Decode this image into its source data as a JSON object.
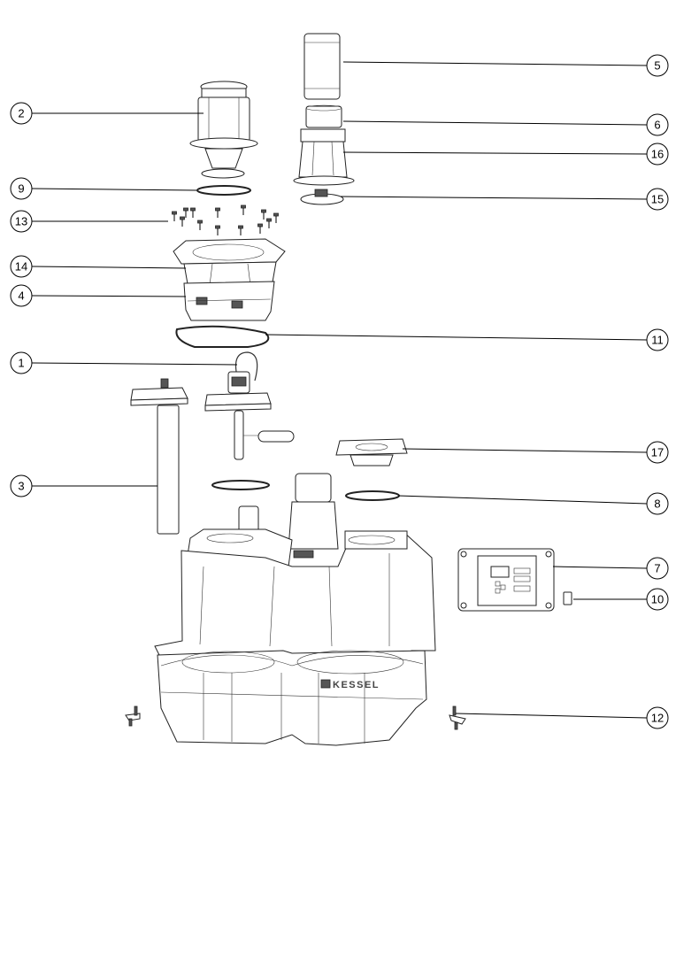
{
  "diagram": {
    "brand_logo": "KESSEL",
    "callouts": [
      "5",
      "2",
      "6",
      "16",
      "9",
      "15",
      "13",
      "14",
      "4",
      "11",
      "1",
      "3",
      "17",
      "8",
      "7",
      "10",
      "12"
    ]
  }
}
